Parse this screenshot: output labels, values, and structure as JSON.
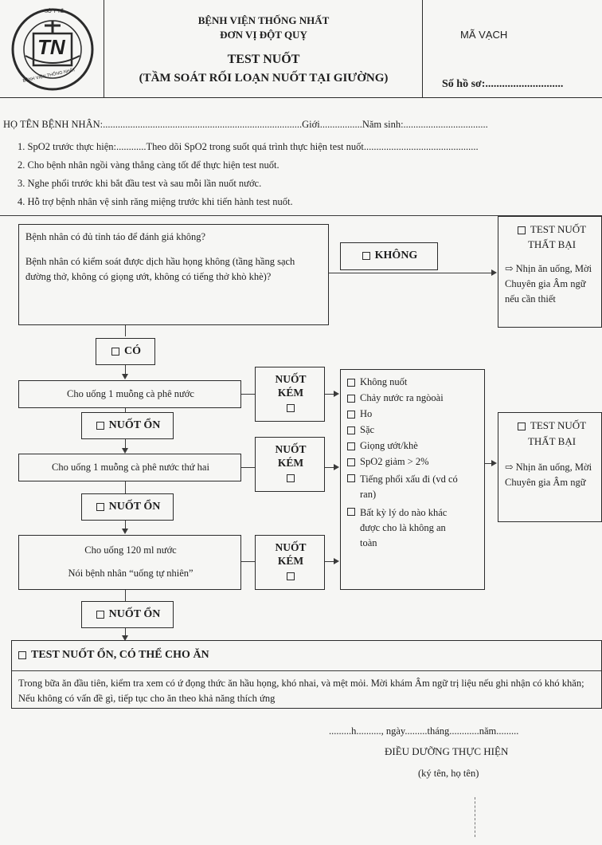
{
  "header": {
    "logo": {
      "top_text": "SỞ Y TẾ",
      "monogram": "TN",
      "ring_text": "BỆNH VIỆN THỐNG NHẤT"
    },
    "hospital": "BỆNH VIỆN THỐNG NHẤT",
    "unit": "ĐƠN VỊ ĐỘT QUỴ",
    "title": "TEST NUỐT",
    "subtitle": "(TẦM SOÁT RỐI LOẠN NUỐT TẠI GIƯỜNG)",
    "barcode_label": "MÃ VẠCH",
    "record_label": "Số hồ sơ:............................"
  },
  "patient_line": "HỌ TÊN BỆNH NHÂN:................................................................................Giới.................Năm sinh:..................................",
  "instructions": [
    "1.   SpO2 trước thực hiện:............Theo dõi SpO2 trong suốt quá trình thực hiện test nuốt..............................................",
    "2.   Cho bệnh nhân ngồi vàng thẳng càng tốt để thực hiện test nuốt.",
    "3.   Nghe phổi trước khi bắt đầu test và sau mỗi lần nuốt nước.",
    "4.   Hỗ trợ bệnh nhân vệ sinh răng miệng trước khi tiến hành test nuốt."
  ],
  "flow": {
    "q1": "Bệnh nhân có đủ tỉnh táo để đánh giá không?",
    "q2": "Bệnh nhân có kiểm soát được dịch hầu họng không (tầng hầng sạch đường thở, không có giọng ướt, không có tiếng thở khò khè)?",
    "no_label": "KHÔNG",
    "yes_label": "CÓ",
    "fail1_title": "TEST NUỐT THẤT BẠI",
    "fail1_text": "⇨ Nhịn ăn uống, Mời Chuyên gia Âm ngữ nếu cần thiết",
    "step1": "Cho uống 1 muỗng cà phê nước",
    "step2": "Cho uống 1 muỗng cà phê nước thứ hai",
    "step3_line1": "Cho uống 120 ml nước",
    "step3_line2": "Nói bệnh nhân “uống tự nhiên”",
    "poor_line1": "NUỐT",
    "poor_line2": "KÉM",
    "good_label": "NUỐT ỔN",
    "signs": [
      "Không nuốt",
      "Chảy nước ra ngòoài",
      "Ho",
      "Sặc",
      "Giọng ướt/khè",
      "SpO2 giảm > 2%",
      "Tiếng phổi xấu đi (vd có ran)",
      "Bất kỳ lý do nào khác được cho là không an toàn"
    ],
    "fail2_title": "TEST NUỐT THẤT BẠI",
    "fail2_text": "⇨ Nhịn ăn uống, Mời Chuyên gia Âm ngữ"
  },
  "result": {
    "title": "TEST NUỐT ỔN, CÓ THỂ CHO ĂN",
    "text": "Trong bữa ăn đầu tiên, kiểm tra xem có ứ đọng thức ăn hầu họng, khó nhai, và mệt mỏi. Mời khám Âm ngữ trị liệu nếu ghi nhận có khó khăn; Nếu không có vấn đề gì, tiếp tục cho ăn theo khả năng thích ứng"
  },
  "footer": {
    "date": ".........h.........., ngày.........tháng............năm.........",
    "role": "ĐIỀU DƯỠNG THỰC HIỆN",
    "sign": "(ký tên, họ tên)"
  }
}
